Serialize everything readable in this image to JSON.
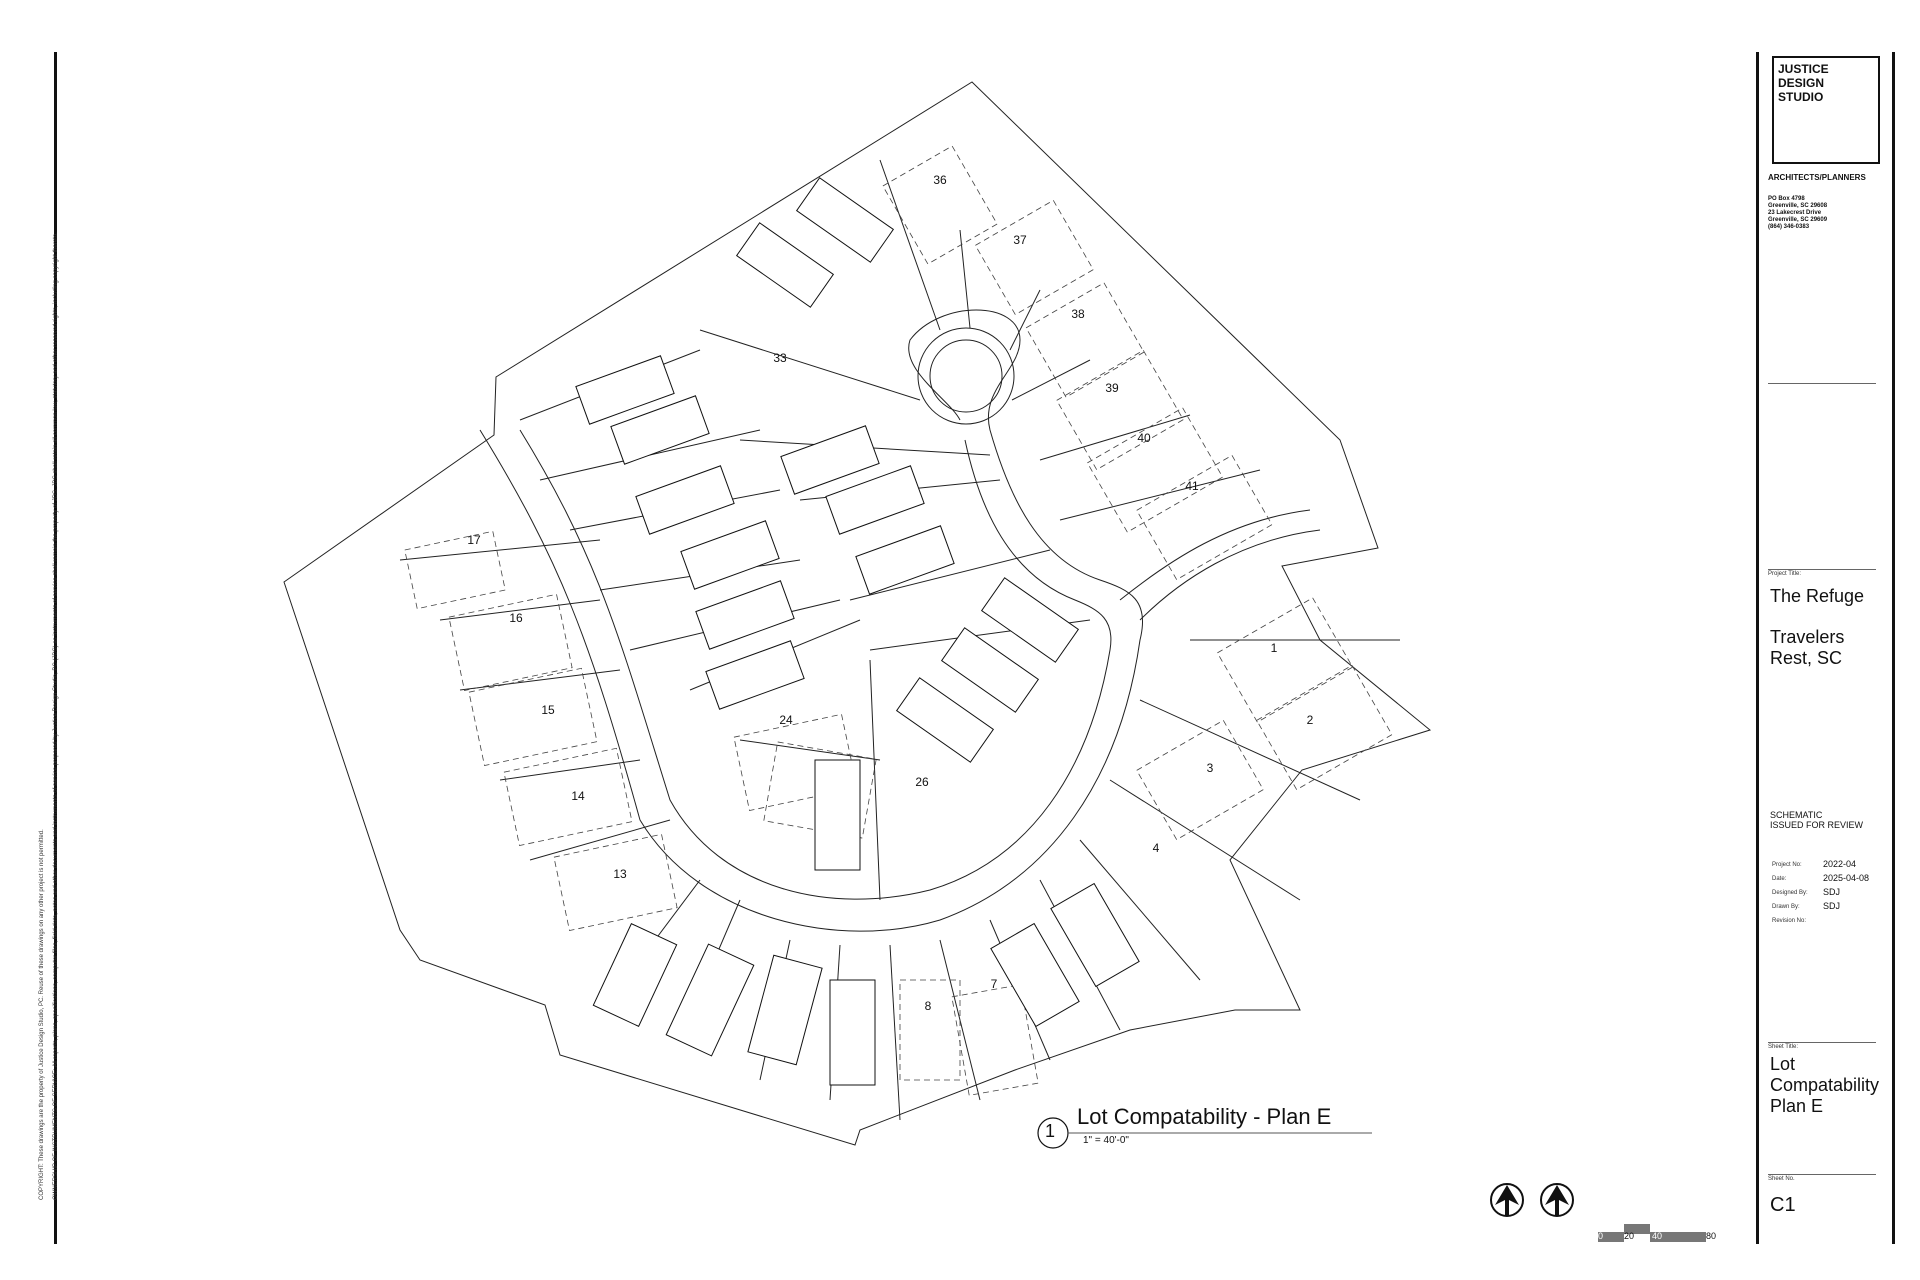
{
  "copyright": {
    "line1": "COPYRIGHT: These drawings are the property of Justice Design Studio, PC. Reuse of these drawings on any other project is not permitted.",
    "line2": "OWNERSHIP OF INSTRUMENTS OF SERVICE: All reports, plans, specifications, computer files, field data, notes and other documents and instruments of service prepared by Justice Design Studio, PC (JDS) as instruments of service shall remain the property of JDS. JDS shall retain all common law, statutory and other reserved rights, including copyright thereto."
  },
  "firm": {
    "name_line1": "JUSTICE",
    "name_line2": "DESIGN",
    "name_line3": "STUDIO",
    "discipline": "ARCHITECTS/PLANNERS",
    "addr1": "PO Box 4798",
    "addr2": "Greenville, SC 29608",
    "addr3": "23 Lakecrest Drive",
    "addr4": "Greenville, SC 29609",
    "phone": "(864) 346-0383"
  },
  "project": {
    "title_label": "Project Title:",
    "title": "The Refuge",
    "location_line1": "Travelers",
    "location_line2": "Rest, SC",
    "status_line1": "SCHEMATIC",
    "status_line2": "ISSUED FOR REVIEW"
  },
  "fields": {
    "project_no_label": "Project No:",
    "project_no": "2022-04",
    "date_label": "Date:",
    "date": "2025-04-08",
    "designed_label": "Designed By:",
    "designed": "SDJ",
    "drawn_label": "Drawn By:",
    "drawn": "SDJ",
    "revision_label": "Revision No:"
  },
  "sheet": {
    "title_label": "Sheet Title:",
    "title_line1": "Lot",
    "title_line2": "Compatability",
    "title_line3": "Plan E",
    "no_label": "Sheet No.",
    "no": "C1"
  },
  "drawing": {
    "number": "1",
    "title": "Lot Compatability - Plan E",
    "scale": "1\" = 40'-0\""
  },
  "scale_bar": {
    "t0": "0",
    "t1": "20",
    "t2": "40",
    "t3": "80"
  },
  "lots": [
    "1",
    "2",
    "3",
    "4",
    "7",
    "8",
    "13",
    "14",
    "15",
    "16",
    "17",
    "24",
    "26",
    "33",
    "36",
    "37",
    "38",
    "39",
    "40",
    "41"
  ]
}
